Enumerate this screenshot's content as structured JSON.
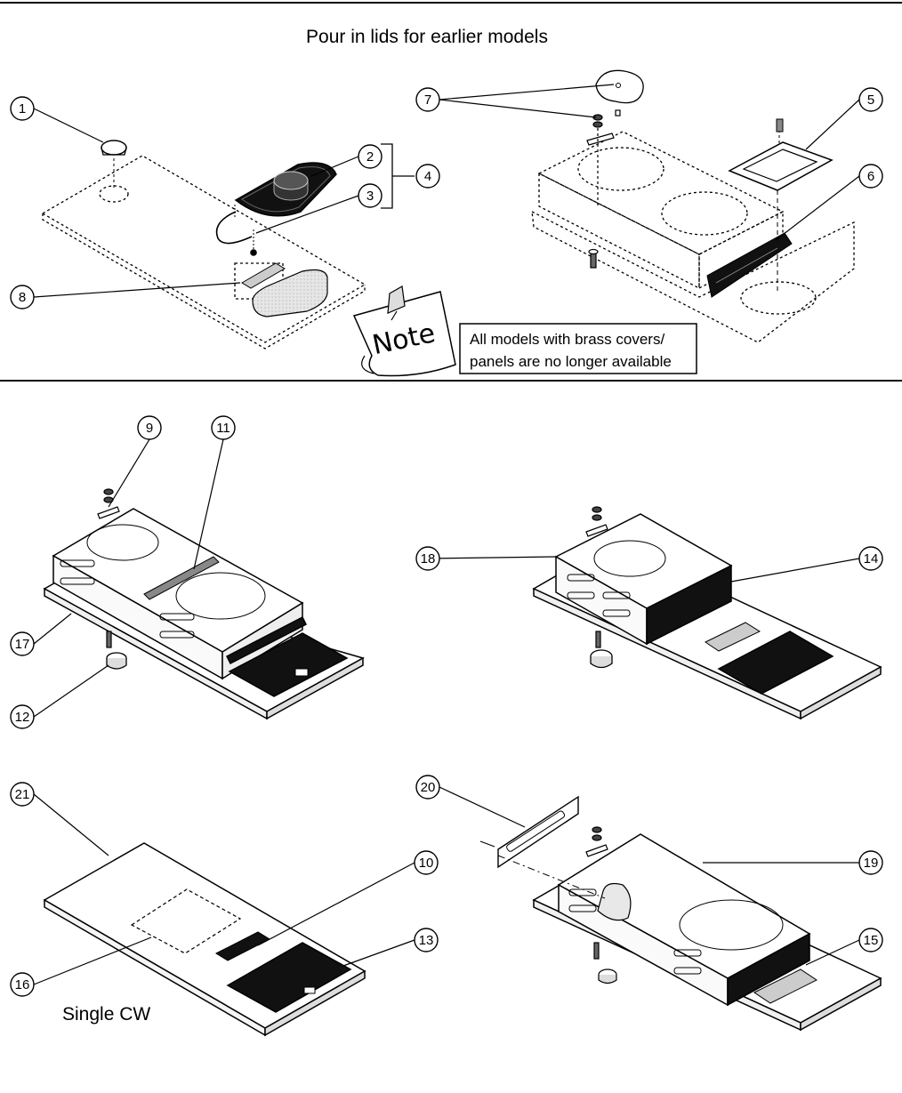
{
  "header": {
    "title": "Pour in lids for earlier models"
  },
  "note": {
    "word": "Note",
    "line1": "All models with brass covers/",
    "line2": "panels are no longer available"
  },
  "labels": {
    "single_cw": "Single CW"
  },
  "callouts": [
    "1",
    "2",
    "3",
    "4",
    "5",
    "6",
    "7",
    "8",
    "9",
    "10",
    "11",
    "12",
    "13",
    "14",
    "15",
    "16",
    "17",
    "18",
    "19",
    "20",
    "21"
  ]
}
